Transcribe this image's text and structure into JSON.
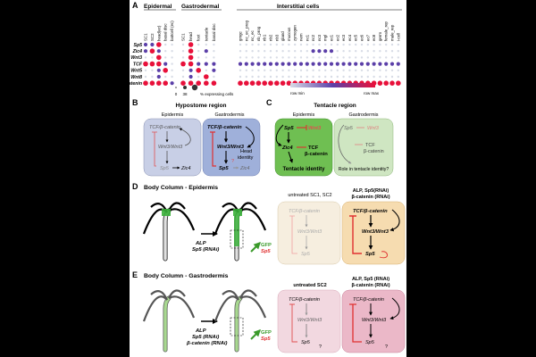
{
  "panelA": {
    "label": "A",
    "groups": [
      "Epidermal",
      "Gastrodermal",
      "Interstitial cells"
    ],
    "genes": [
      "Sp5",
      "Zic4",
      "Wnt3",
      "TCF",
      "Wnt5",
      "Wnt8",
      "β-catenin"
    ],
    "columns": [
      "SC1",
      "SC2",
      "head(ec)",
      "basal disc",
      "battcell (ec)",
      "SC1",
      "head",
      "foot",
      "tentacle",
      "basal disc",
      "gmgc",
      "nc_ec_prog",
      "nc_ec",
      "nb_prog",
      "nb1",
      "nb2",
      "nb3",
      "gland",
      "mucous",
      "zymogen",
      "nem",
      "nc1",
      "nc2",
      "nc3",
      "mgl",
      "ec1",
      "ec2",
      "ec3",
      "ec4",
      "ec5",
      "ec6",
      "ec7",
      "ec8",
      "germ",
      "female_rep",
      "male_rep",
      "i-cell"
    ],
    "legend": {
      "size_min": "0",
      "size_mid": "38",
      "size_label": "% expressing cells",
      "color_min": "row min",
      "color_max": "row max"
    },
    "colors": {
      "low": "#d8dce6",
      "mid": "#5b3fa8",
      "high": "#e8103a"
    },
    "matrix": [
      [
        2,
        2,
        3,
        1,
        1,
        1,
        3,
        1,
        1,
        1,
        1,
        1,
        1,
        1,
        1,
        1,
        1,
        1,
        1,
        1,
        1,
        1,
        1,
        1,
        1,
        1,
        1,
        1,
        1,
        1,
        1,
        1,
        1,
        1,
        1,
        1,
        1
      ],
      [
        2,
        3,
        2,
        1,
        1,
        1,
        3,
        1,
        2,
        1,
        1,
        1,
        1,
        1,
        1,
        1,
        1,
        1,
        1,
        1,
        1,
        1,
        2,
        2,
        2,
        2,
        1,
        1,
        1,
        1,
        1,
        1,
        1,
        1,
        1,
        1,
        1
      ],
      [
        1,
        1,
        3,
        1,
        1,
        1,
        3,
        1,
        1,
        1,
        1,
        1,
        1,
        1,
        1,
        1,
        1,
        1,
        1,
        1,
        1,
        1,
        1,
        1,
        1,
        1,
        1,
        1,
        1,
        1,
        1,
        1,
        1,
        1,
        1,
        1,
        1
      ],
      [
        3,
        3,
        3,
        2,
        1,
        3,
        3,
        2,
        2,
        2,
        2,
        2,
        2,
        2,
        2,
        2,
        2,
        2,
        2,
        2,
        2,
        2,
        2,
        2,
        2,
        2,
        2,
        2,
        2,
        2,
        2,
        2,
        2,
        2,
        2,
        2,
        2
      ],
      [
        1,
        1,
        2,
        3,
        1,
        1,
        2,
        3,
        1,
        2,
        1,
        1,
        1,
        1,
        1,
        1,
        1,
        1,
        1,
        1,
        1,
        1,
        1,
        1,
        1,
        1,
        1,
        1,
        1,
        1,
        1,
        1,
        1,
        1,
        1,
        1,
        1
      ],
      [
        1,
        1,
        2,
        1,
        1,
        1,
        2,
        1,
        3,
        1,
        1,
        1,
        1,
        1,
        1,
        1,
        1,
        1,
        1,
        1,
        1,
        1,
        1,
        1,
        1,
        1,
        1,
        1,
        1,
        1,
        1,
        1,
        1,
        1,
        1,
        1,
        1
      ],
      [
        3,
        3,
        3,
        3,
        2,
        3,
        3,
        3,
        3,
        3,
        3,
        3,
        3,
        3,
        3,
        3,
        3,
        3,
        3,
        3,
        3,
        3,
        3,
        3,
        3,
        3,
        3,
        3,
        3,
        3,
        3,
        3,
        3,
        3,
        3,
        3,
        3
      ]
    ]
  },
  "panelB": {
    "label": "B",
    "title": "Hypostome region",
    "left_title": "Epidermis",
    "right_title": "Gastrodermis",
    "tcf_bcat": "TCF/β-catenin",
    "wnt3": "Wnt3/Wnt3",
    "sp5": "Sp5",
    "zic4": "Zic4",
    "head_identity_1": "Head",
    "head_identity_2": "identity",
    "q": "?"
  },
  "panelC": {
    "label": "C",
    "title": "Tentacle region",
    "left_title": "Epidermis",
    "right_title": "Gastrodermis",
    "sp5": "Sp5",
    "wnt3": "Wnt3",
    "zic4": "Zic4",
    "tcf": "TCF",
    "bcat": "β-catenin",
    "identity": "Tentacle identity",
    "role": "Role in tentacle identity?"
  },
  "panelD": {
    "label": "D",
    "title": "Body Column - Epidermis",
    "treatment_1": "ALP",
    "treatment_2": "Sp5 (RNAi)",
    "gfp": "GFP",
    "sp5_red": "Sp5",
    "untreated": "untreated SC1, SC2",
    "treated_1": "ALP, Sp5(RNAi)",
    "treated_2": "β-catenin (RNAi)",
    "tcf_bcat": "TCF/β-catenin",
    "wnt3": "Wnt3/Wnt3",
    "sp5": "Sp5"
  },
  "panelE": {
    "label": "E",
    "title": "Body Column - Gastrodermis",
    "treatment_1": "ALP",
    "treatment_2": "Sp5 (RNAi)",
    "treatment_3": "β-catenin (RNAi)",
    "gfp": "GFP",
    "sp5_red": "Sp5",
    "untreated": "untreated SC2",
    "treated_1": "ALP, Sp5 (RNAi)",
    "treated_2": "β-catenin (RNAi)",
    "tcf_bcat": "TCF/β-catenin",
    "wnt3": "Wnt3/Wnt3",
    "sp5": "Sp5",
    "q": "?"
  }
}
